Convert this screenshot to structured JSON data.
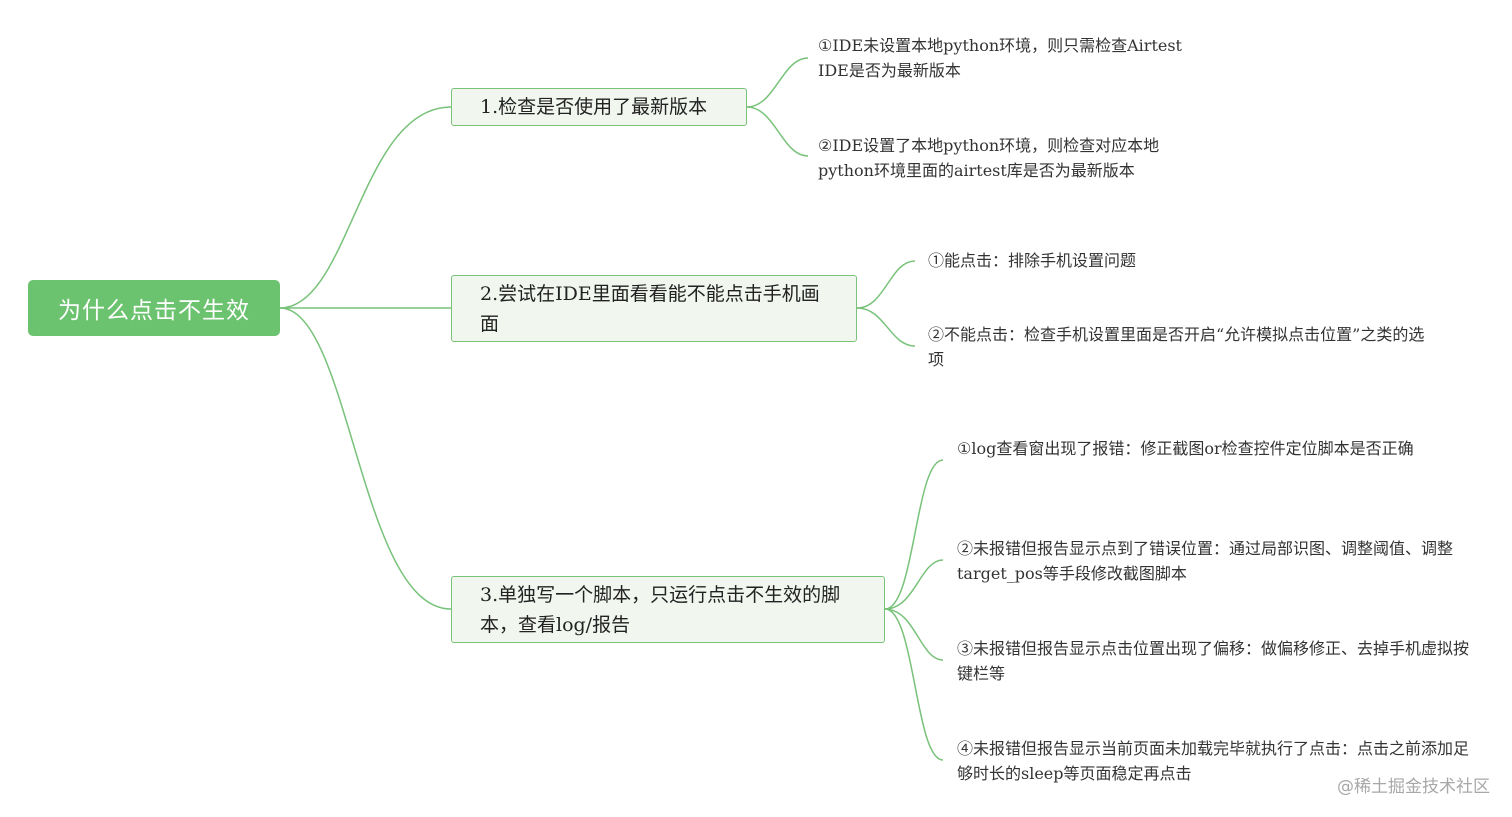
{
  "root": {
    "label": "为什么点击不生效"
  },
  "branches": [
    {
      "label": "1.检查是否使用了最新版本",
      "children": [
        "①IDE未设置本地python环境，则只需检查Airtest IDE是否为最新版本",
        "②IDE设置了本地python环境，则检查对应本地python环境里面的airtest库是否为最新版本"
      ]
    },
    {
      "label": "2.尝试在IDE里面看看能不能点击手机画面",
      "children": [
        "①能点击：排除手机设置问题",
        "②不能点击：检查手机设置里面是否开启“允许模拟点击位置”之类的选项"
      ]
    },
    {
      "label": "3.单独写一个脚本，只运行点击不生效的脚本，查看log/报告",
      "children": [
        "①log查看窗出现了报错：修正截图or检查控件定位脚本是否正确",
        "②未报错但报告显示点到了错误位置：通过局部识图、调整阈值、调整target_pos等手段修改截图脚本",
        "③未报错但报告显示点击位置出现了偏移：做偏移修正、去掉手机虚拟按键栏等",
        "④未报错但报告显示当前页面未加载完毕就执行了点击：点击之前添加足够时长的sleep等页面稳定再点击"
      ]
    }
  ],
  "watermark": "@稀土掘金技术社区",
  "colors": {
    "root_fill": "#6cc36f",
    "branch_fill": "#f1f7ef",
    "line": "#79c27a"
  }
}
